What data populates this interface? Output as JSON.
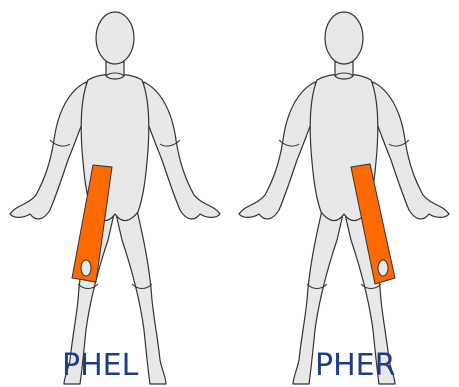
{
  "figures": [
    {
      "label": "PHEL",
      "highlight_side": "left"
    },
    {
      "label": "PHER",
      "highlight_side": "right"
    }
  ],
  "colors": {
    "body_fill": "#e8e8e8",
    "outline": "#333333",
    "highlight_fill": "#ff6a00",
    "label": "#1f3d85"
  }
}
